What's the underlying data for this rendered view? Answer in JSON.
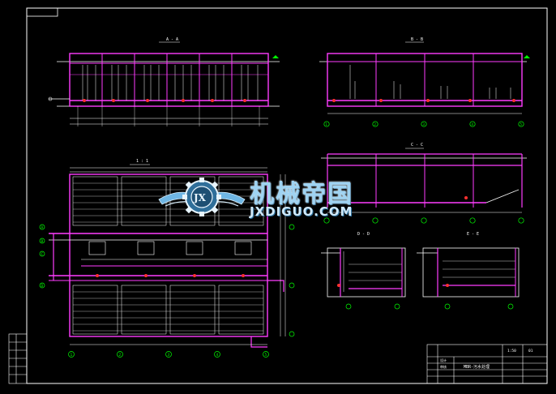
{
  "colors": {
    "background": "#000000",
    "frame": "#ffffff",
    "beam": "#ff3dff",
    "dimension": "#ffffff",
    "ground": "#00ff00",
    "marker": "#ff3030",
    "axis": "#00ff00",
    "watermark": "#9fd3f2"
  },
  "drawing": {
    "views": {
      "top_left": "A - A",
      "top_right": "B - B",
      "mid_right": "C - C",
      "small_left": "D - D",
      "small_right": "E - E",
      "plan": "1 : 1"
    },
    "plan_axes": [
      "1",
      "2",
      "3",
      "4",
      "5"
    ],
    "section_axes": [
      "1",
      "2",
      "3",
      "4",
      "5"
    ],
    "row_axes": [
      "A",
      "B",
      "C",
      "D"
    ]
  },
  "title_block": {
    "drawing_name": "MBR-污水处理",
    "scale": "1:50",
    "sheet": "01",
    "line1": "设计",
    "line2": "审核"
  },
  "watermark": {
    "brand_cn": "机械帝国",
    "brand_en": "JXDIGUO.COM",
    "emblem": "JX"
  }
}
